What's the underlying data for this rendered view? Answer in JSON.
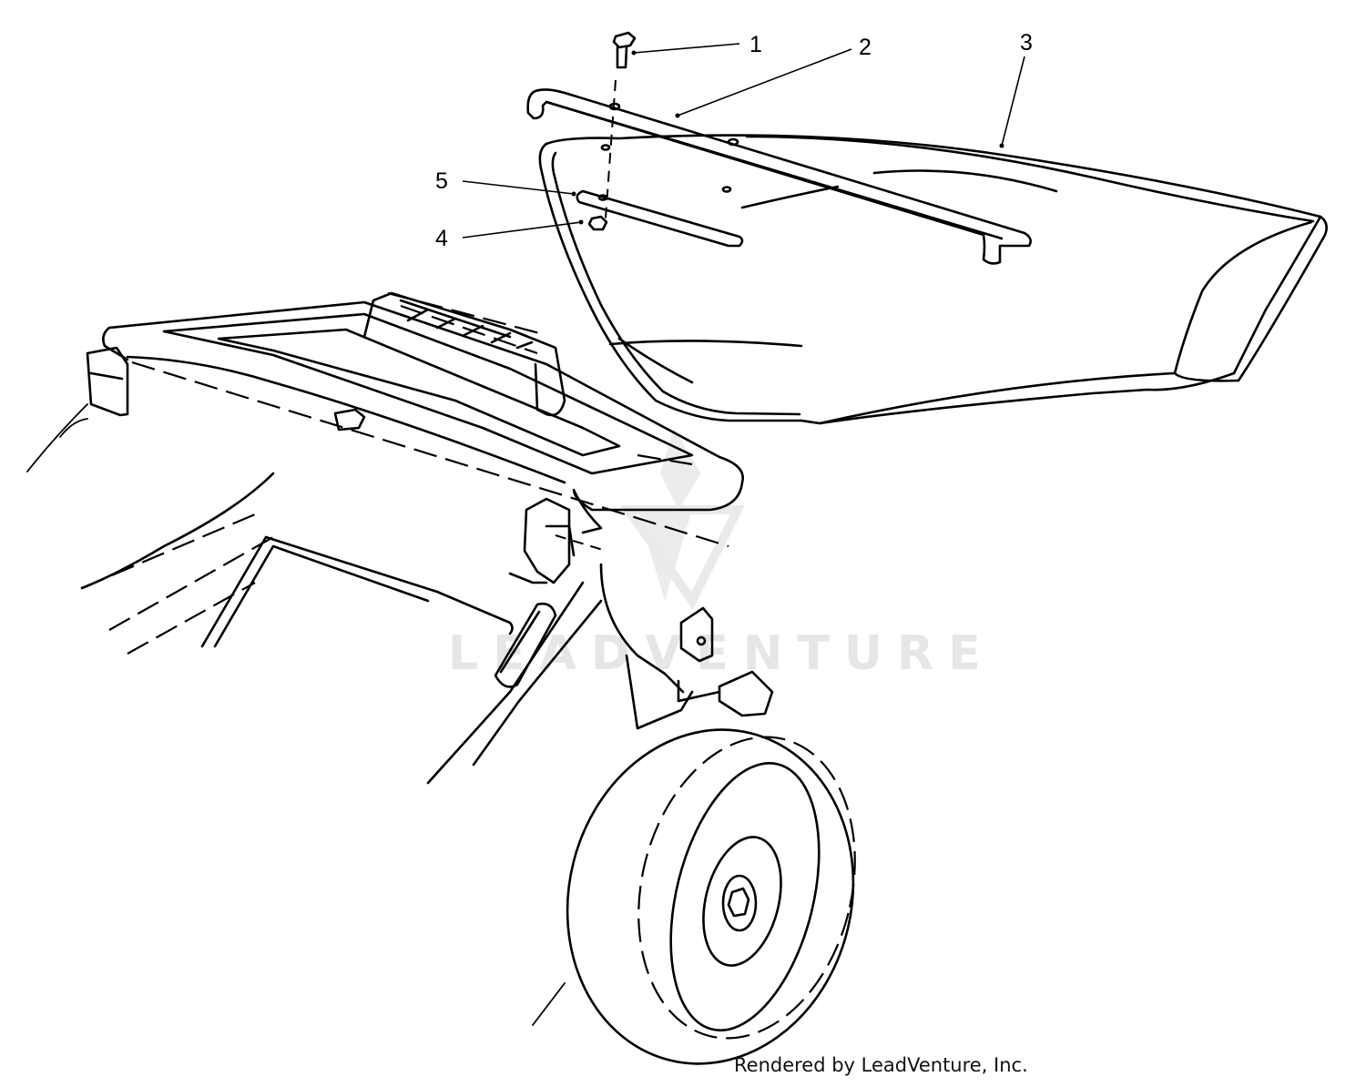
{
  "callouts": [
    {
      "id": "1",
      "label": "1"
    },
    {
      "id": "2",
      "label": "2"
    },
    {
      "id": "3",
      "label": "3"
    },
    {
      "id": "4",
      "label": "4"
    },
    {
      "id": "5",
      "label": "5"
    }
  ],
  "watermark": {
    "text": "LEADVENTURE",
    "icon": "leadventure-logo-icon"
  },
  "credit": "Rendered by LeadVenture, Inc."
}
